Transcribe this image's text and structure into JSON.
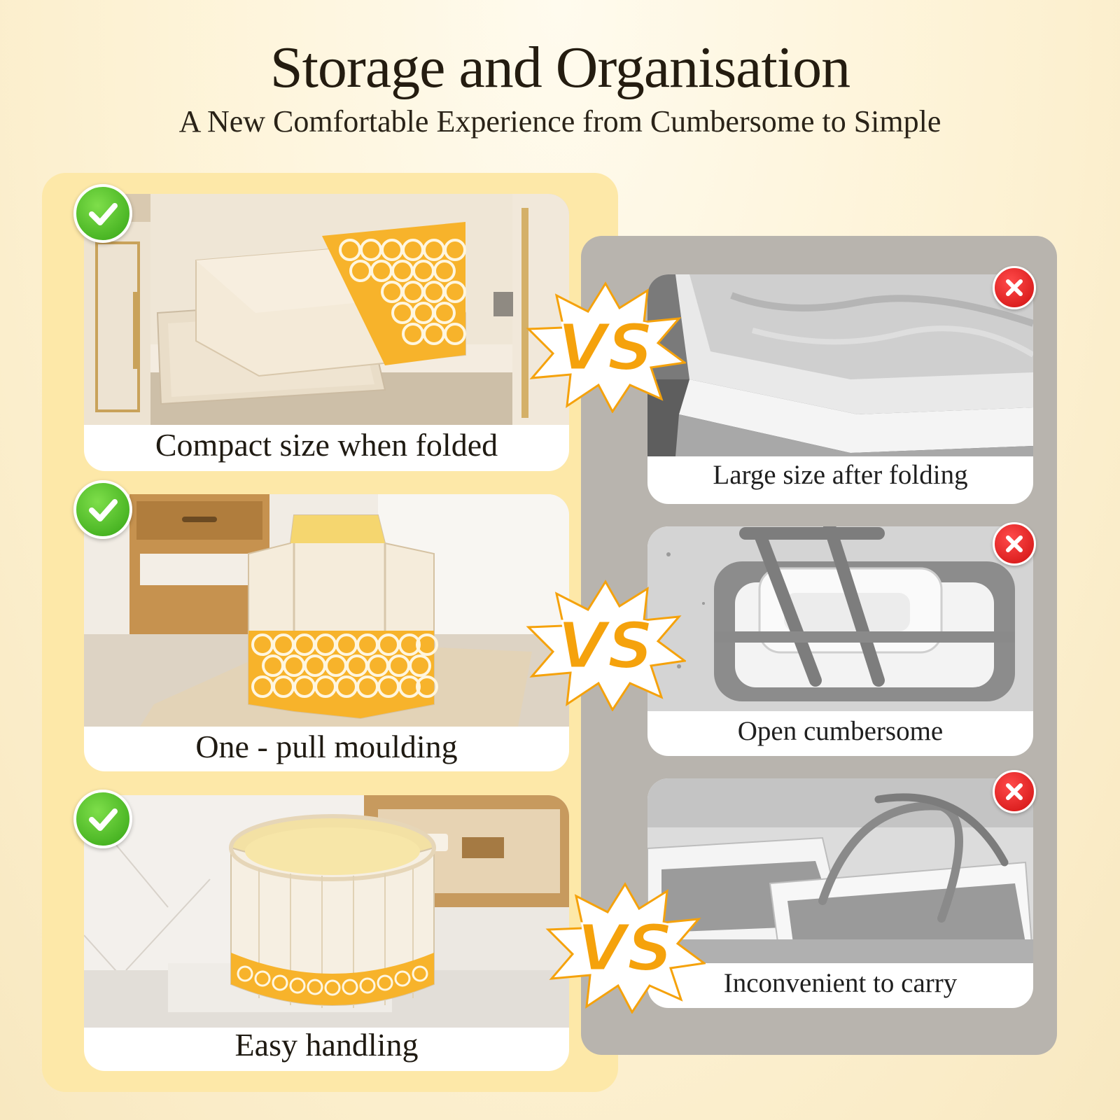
{
  "header": {
    "title": "Storage and Organisation",
    "subtitle": "A New Comfortable Experience from Cumbersome to Simple"
  },
  "vs_label": "VS",
  "good_items": [
    {
      "caption": "Compact size when folded"
    },
    {
      "caption": "One - pull moulding"
    },
    {
      "caption": "Easy handling"
    }
  ],
  "bad_items": [
    {
      "caption": "Large size after folding"
    },
    {
      "caption": "Open cumbersome"
    },
    {
      "caption": "Inconvenient to carry"
    }
  ],
  "colors": {
    "accent_orange": "#f5a20c",
    "good_panel": "#fde8a8",
    "bad_panel": "#b8b4ae",
    "check_green": "#3aaa1a",
    "cross_red": "#d51414"
  },
  "icons": [
    "check-icon",
    "cross-icon"
  ]
}
